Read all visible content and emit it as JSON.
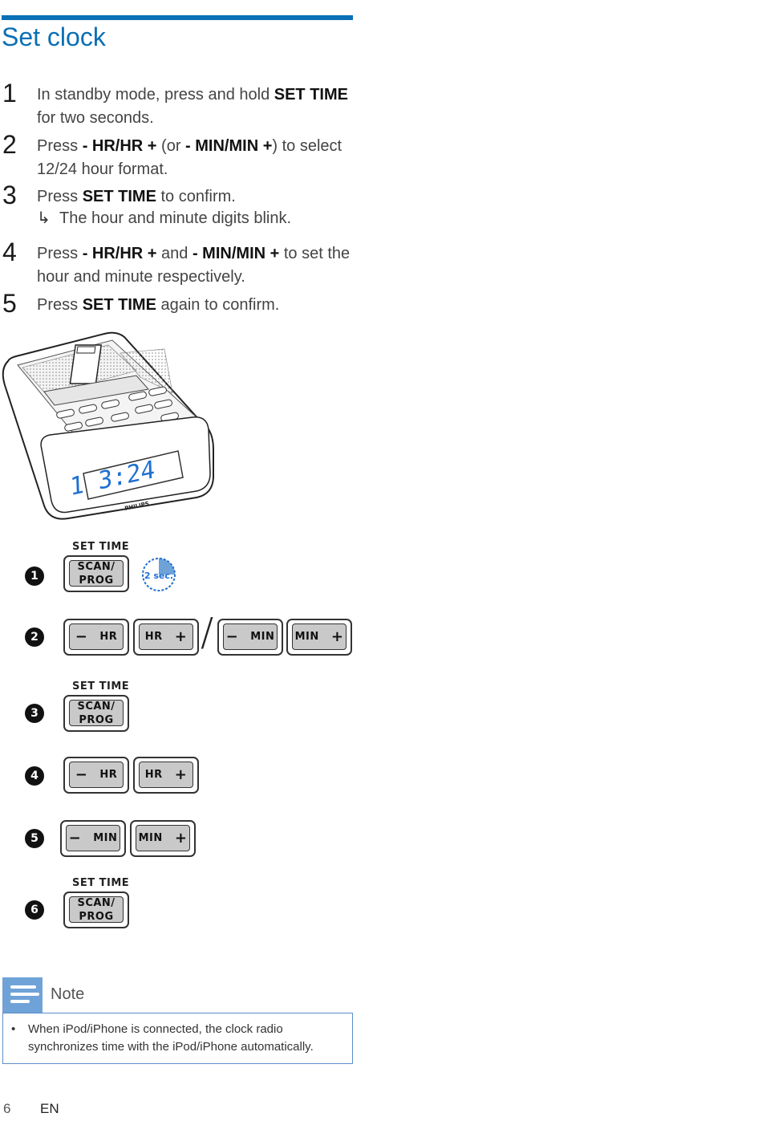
{
  "section": {
    "title": "Set clock"
  },
  "steps": [
    {
      "num": "1",
      "parts": [
        "In standby mode, press and hold ",
        "SET TIME",
        " for two seconds."
      ]
    },
    {
      "num": "2",
      "parts": [
        "Press ",
        "- HR/HR +",
        " (or ",
        "- MIN/MIN +",
        ") to select 12/24 hour format."
      ]
    },
    {
      "num": "3",
      "parts": [
        "Press ",
        "SET TIME",
        " to confirm."
      ],
      "result": "The hour and minute digits blink."
    },
    {
      "num": "4",
      "parts": [
        "Press ",
        "- HR/HR +",
        " and ",
        "- MIN/MIN +",
        " to set the hour and minute respectively."
      ]
    },
    {
      "num": "5",
      "parts": [
        "Press ",
        "SET TIME",
        " again to confirm."
      ]
    }
  ],
  "device": {
    "display": "1 3:24",
    "brand": "PHILIPS"
  },
  "illustrations": {
    "bullets": [
      "1",
      "2",
      "3",
      "4",
      "5",
      "6"
    ],
    "set_time_label": "SET TIME",
    "scan_prog": [
      "SCAN/",
      "PROG"
    ],
    "hr": "HR",
    "min": "MIN",
    "minus": "−",
    "plus": "+",
    "slash": "/",
    "timer_label": "2 sec."
  },
  "note": {
    "title": "Note",
    "bullet": "•",
    "text": "When iPod/iPhone is connected, the clock radio synchronizes time with the iPod/iPhone automatically."
  },
  "footer": {
    "page": "6",
    "lang": "EN"
  },
  "colors": {
    "accent": "#0a6fb4",
    "display_digits": "#1f6fd1",
    "note_icon": "#6fa3d8",
    "button_fill": "#c9c9c9"
  }
}
